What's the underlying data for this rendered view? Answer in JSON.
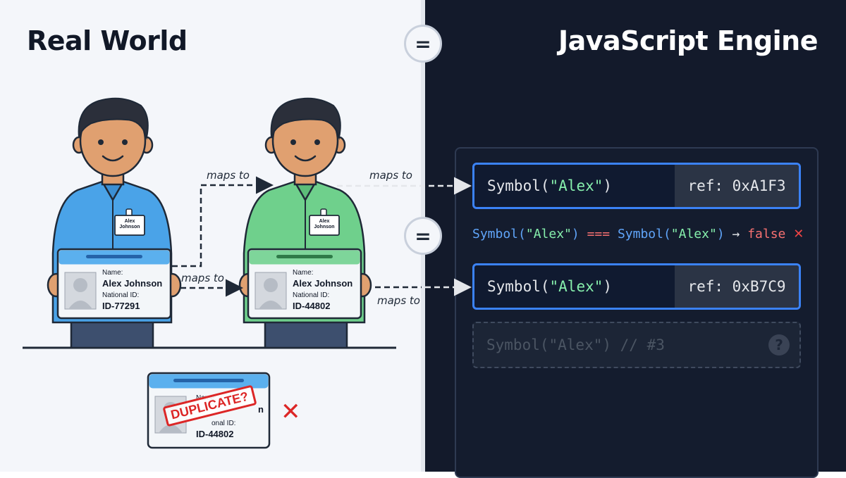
{
  "left": {
    "title": "Real World",
    "person1": {
      "badge_line1": "Alex",
      "badge_line2": "Johnson",
      "card_name_label": "Name:",
      "card_name": "Alex Johnson",
      "card_id_label": "National ID:",
      "card_id": "ID-77291"
    },
    "person2": {
      "badge_line1": "Alex",
      "badge_line2": "Johnson",
      "card_name_label": "Name:",
      "card_name": "Alex Johnson",
      "card_id_label": "National ID:",
      "card_id": "ID-44802"
    },
    "duplicate_card": {
      "name_label": "Name:",
      "name_partial": "n",
      "id_label_partial": "onal ID:",
      "id": "ID-44802",
      "stamp": "DUPLICATE?"
    },
    "labels": {
      "maps_to_top_left": "maps to",
      "maps_to_middle": "maps to"
    }
  },
  "center": {
    "equals_top": "=",
    "equals_middle": "="
  },
  "right": {
    "title": "JavaScript Engine",
    "symbol1": {
      "prefix": "Symbol(",
      "arg": "\"Alex\"",
      "suffix": ")",
      "ref": "ref: 0xA1F3"
    },
    "symbol2": {
      "prefix": "Symbol(",
      "arg": "\"Alex\"",
      "suffix": ")",
      "ref": "ref: 0xB7C9"
    },
    "comparison": {
      "lhs_prefix": "Symbol(",
      "lhs_arg": "\"Alex\"",
      "lhs_suffix": ")",
      "operator": "===",
      "rhs_prefix": "Symbol(",
      "rhs_arg": "\"Alex\"",
      "rhs_suffix": ")",
      "arrow": "→",
      "result": "false",
      "mark": "✕"
    },
    "ghost_symbol": {
      "text": "Symbol(\"Alex\") // #3",
      "mark": "?"
    },
    "labels": {
      "maps_to_top_right": "maps to",
      "maps_to_bottom_right": "maps to"
    }
  },
  "colors": {
    "person1_shirt": "#4aa3e8",
    "person2_shirt": "#6fd08c",
    "skin": "#e0a070",
    "hair": "#2b2f3a",
    "pants": "#3d4f6e",
    "accent_blue": "#3b82f6",
    "error_red": "#dc2626",
    "string_green": "#86efac"
  },
  "icons": [
    "equals-icon",
    "cross-icon",
    "question-icon",
    "arrow-icon",
    "person-avatar-icon"
  ]
}
